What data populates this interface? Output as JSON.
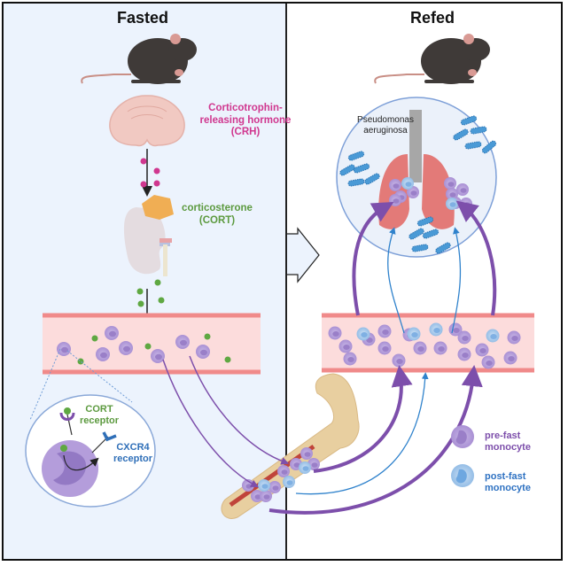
{
  "panels": {
    "left_title": "Fasted",
    "right_title": "Refed"
  },
  "labels": {
    "crh": "Corticotrophin-releasing hormone (CRH)",
    "cort": "corticosterone (CORT)",
    "cort_receptor": "CORT receptor",
    "cxcr4_receptor": "CXCR4 receptor",
    "pathogen": "Pseudomonas aeruginosa"
  },
  "legend": [
    {
      "label": "pre-fast monocyte",
      "color": "#b8a3dc"
    },
    {
      "label": "post-fast monocyte",
      "color": "#9fc6ee"
    }
  ],
  "colors": {
    "crh": "#d0378f",
    "cort": "#5fa842",
    "pre_fast_monocyte": "#b8a3dc",
    "post_fast_monocyte": "#9fc6ee",
    "arrow_purple": "#7d4fab",
    "arrow_blue": "#2f82cc",
    "vessel": "#fcdcdc",
    "left_bg": "#ecf3fd"
  }
}
